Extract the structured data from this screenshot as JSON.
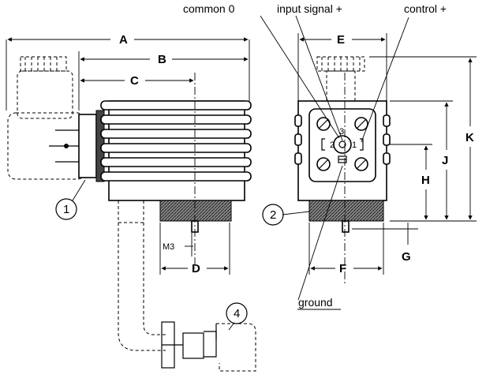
{
  "callouts": {
    "common": "common 0",
    "input": "input signal +",
    "control": "control +",
    "ground": "ground"
  },
  "dimensions": {
    "A": "A",
    "B": "B",
    "C": "C",
    "D": "D",
    "E": "E",
    "F": "F",
    "G": "G",
    "H": "H",
    "J": "J",
    "K": "K",
    "M3": "M3"
  },
  "items": {
    "one": "1",
    "two": "2",
    "four": "4"
  },
  "pins": {
    "p1": "1",
    "p2": "2",
    "p3": "3"
  }
}
